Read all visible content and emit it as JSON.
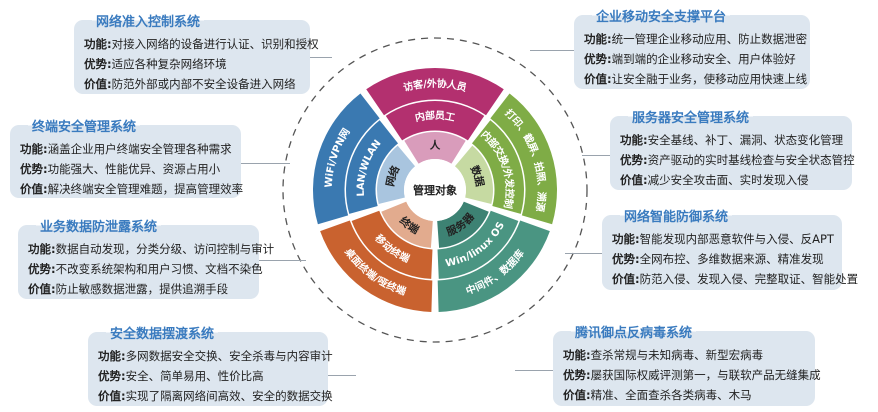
{
  "labels": {
    "function": "功能:",
    "advantage": "优势:",
    "value": "价值:"
  },
  "center": "管理对象",
  "wheel": [
    {
      "inner": "人",
      "middle": "内部员工",
      "outer": "访客/外协人员",
      "colors": {
        "inner": "#d99cbb",
        "ring": "#b3306f"
      }
    },
    {
      "inner": "数据",
      "middle": "内部交换/外发控制",
      "outer": "打印、截屏、拍照、溯源",
      "colors": {
        "inner": "#c6daa2",
        "ring": "#7fac46"
      }
    },
    {
      "inner": "服务器",
      "middle": "Win/linux OS",
      "outer": "中间件、数据库",
      "colors": {
        "inner": "#3d8273",
        "ring": "#4a9582"
      }
    },
    {
      "inner": "终端",
      "middle": "移动终端",
      "outer": "桌面终端/哑终端",
      "colors": {
        "inner": "#e2ab8e",
        "ring": "#c9622f"
      }
    },
    {
      "inner": "网络",
      "middle": "LAN/WLAN",
      "outer": "WiFi/VPN网",
      "colors": {
        "inner": "#a9c5df",
        "ring": "#3a79b1"
      }
    }
  ],
  "systems": [
    {
      "title": "网络准入控制系统",
      "function": "对接入网络的设备进行认证、识别和授权",
      "advantage": "适应各种复杂网络环境",
      "value": "防范外部或内部不安全设备进入网络"
    },
    {
      "title": "终端安全管理系统",
      "function": "涵盖企业用户终端安全管理各种需求",
      "advantage": "功能强大、性能优异、资源占用小",
      "value": "解决终端安全管理难题，提高管理效率"
    },
    {
      "title": "业务数据防泄露系统",
      "function": "数据自动发现，分类分级、访问控制与审计",
      "advantage": "不改变系统架构和用户习惯、文档不染色",
      "value": "防止敏感数据泄露，提供追溯手段"
    },
    {
      "title": "安全数据摆渡系统",
      "function": "多网数据安全交换、安全杀毒与内容审计",
      "advantage": "安全、简单易用、性价比高",
      "value": "实现了隔离网络间高效、安全的数据交换"
    },
    {
      "title": "企业移动安全支撑平台",
      "function": "统一管理企业移动应用、防止数据泄密",
      "advantage": "端到端的企业移动安全、用户体验好",
      "value": "让安全融于业务，使移动应用快速上线"
    },
    {
      "title": "服务器安全管理系统",
      "function": "安全基线、补丁、漏洞、状态变化管理",
      "advantage": "资产驱动的实时基线检查与安全状态管控",
      "value": "减少安全攻击面、实时发现入侵"
    },
    {
      "title": "网络智能防御系统",
      "function": "智能发现内部恶意软件与入侵、反APT",
      "advantage": "全网布控、多维数据来源、精准发现",
      "value": "防范入侵、发现入侵、完整取证、智能处置"
    },
    {
      "title": "腾讯御点反病毒系统",
      "function": "查杀常规与未知病毒、新型宏病毒",
      "advantage": "屡获国际权威评测第一，与联软产品无缝集成",
      "value": "精准、全面查杀各类病毒、木马"
    }
  ]
}
